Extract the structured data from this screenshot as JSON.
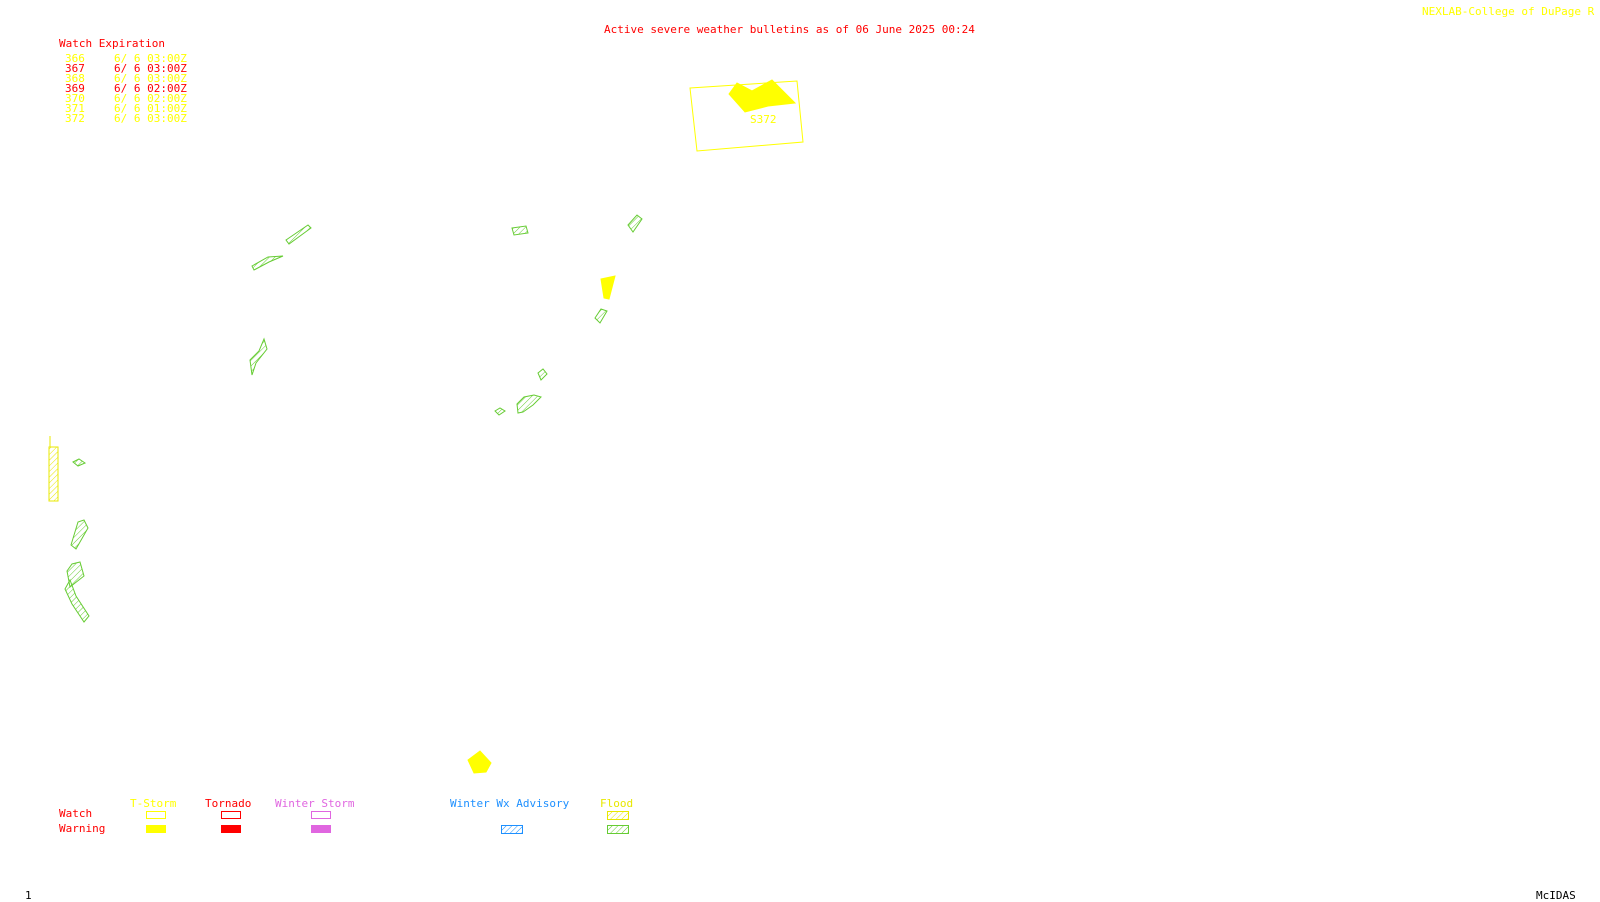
{
  "header": {
    "title": "Active severe weather bulletins as of 06 June 2025 00:24",
    "credit": "NEXLAB-College of DuPage R"
  },
  "watch_table": {
    "heading": "Watch Expiration",
    "rows": [
      {
        "id": "366",
        "expires": "6/ 6 03:00Z",
        "type": "tstorm"
      },
      {
        "id": "367",
        "expires": "6/ 6 03:00Z",
        "type": "tornado"
      },
      {
        "id": "368",
        "expires": "6/ 6 03:00Z",
        "type": "tstorm"
      },
      {
        "id": "369",
        "expires": "6/ 6 02:00Z",
        "type": "tornado"
      },
      {
        "id": "370",
        "expires": "6/ 6 02:00Z",
        "type": "tstorm"
      },
      {
        "id": "371",
        "expires": "6/ 6 01:00Z",
        "type": "tstorm"
      },
      {
        "id": "372",
        "expires": "6/ 6 03:00Z",
        "type": "tstorm"
      }
    ]
  },
  "map": {
    "watch_box_label": "S372",
    "colors": {
      "tstorm": "#ffff00",
      "tornado": "#ff0000",
      "winter_storm": "#e066e0",
      "winter_advisory": "#1e90ff",
      "flood": "#66cc33"
    }
  },
  "legend": {
    "row_watch": "Watch",
    "row_warning": "Warning",
    "tstorm": "T-Storm",
    "tornado": "Tornado",
    "winter_storm": "Winter Storm",
    "winter_advisory": "Winter Wx Advisory",
    "flood": "Flood"
  },
  "footer": {
    "frame": "1",
    "software": "McIDAS"
  }
}
